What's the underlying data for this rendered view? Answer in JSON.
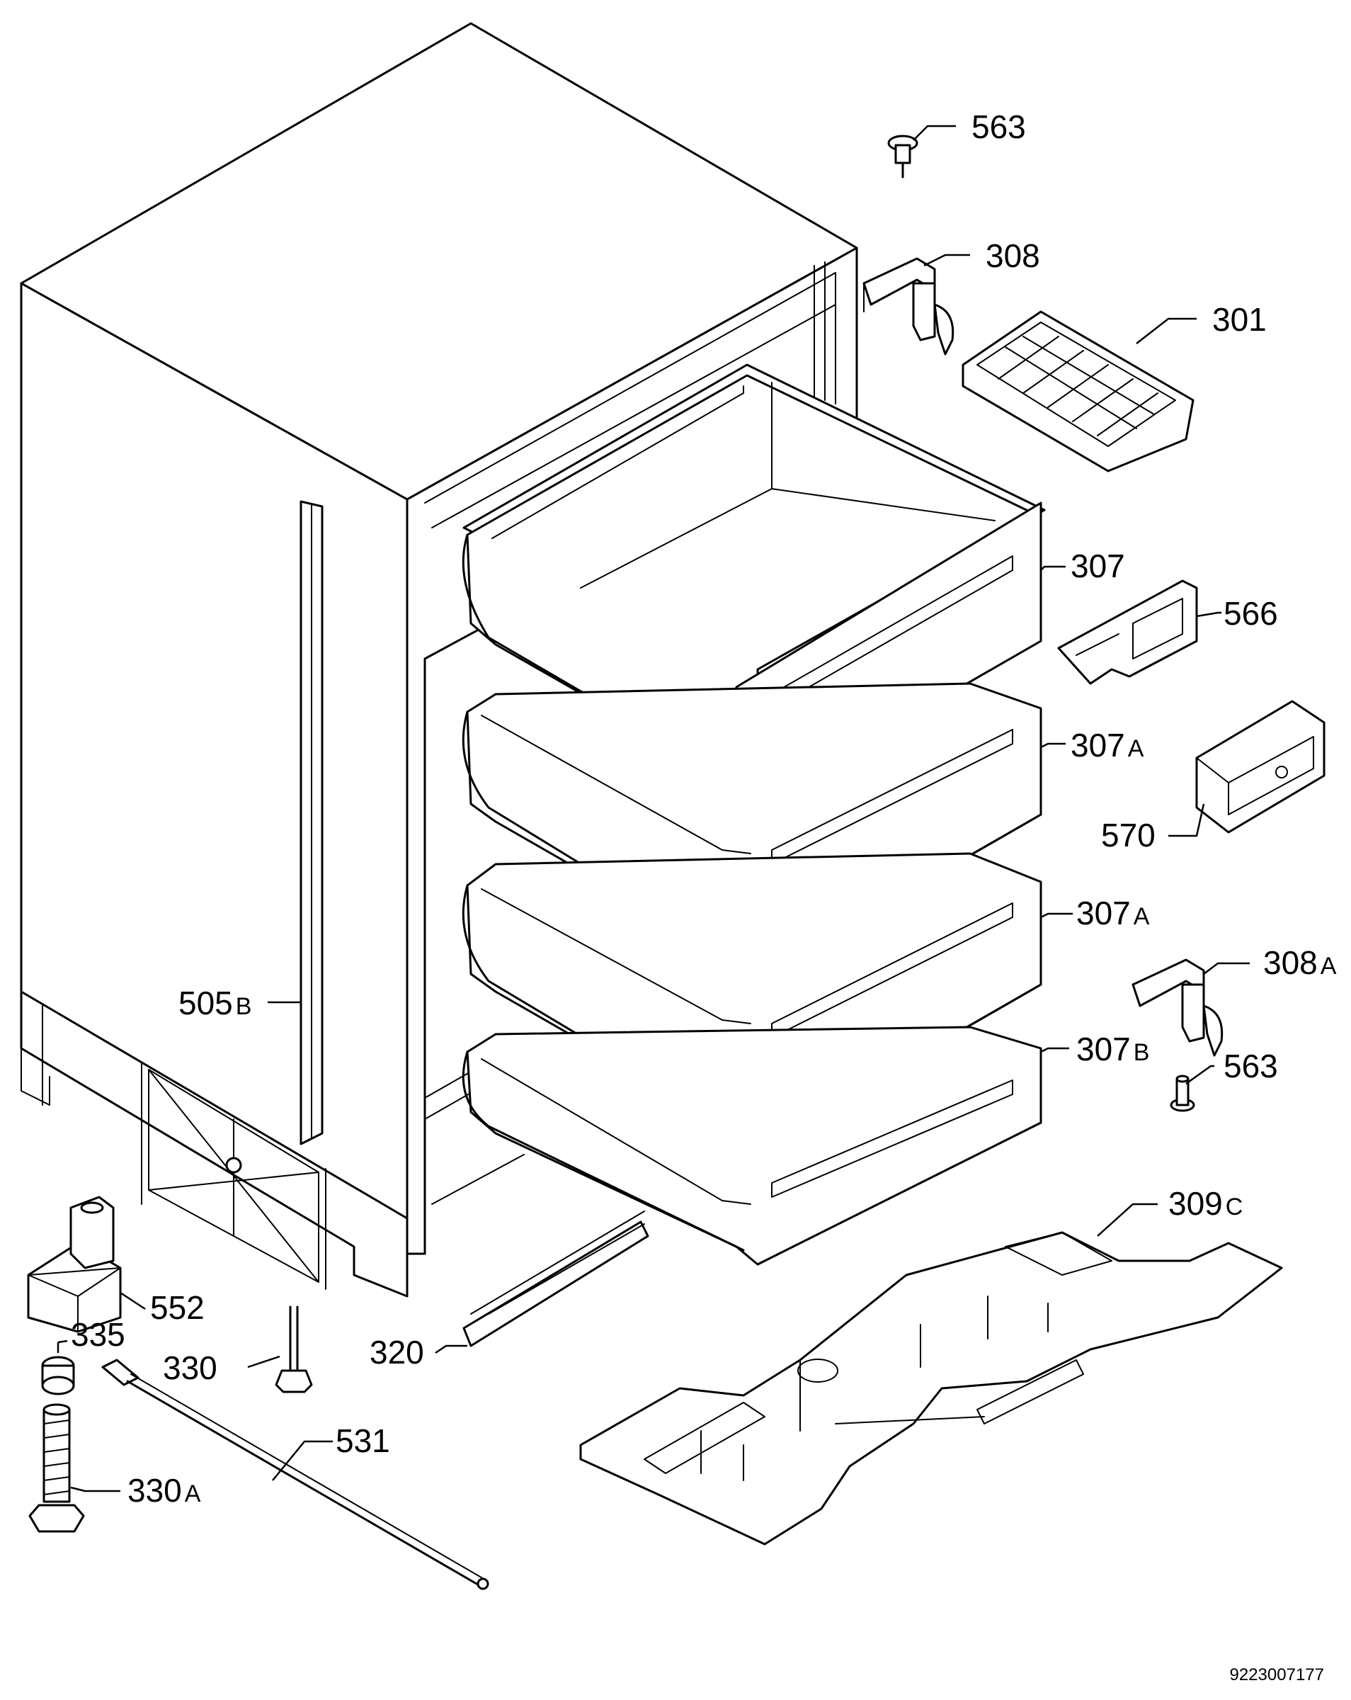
{
  "diagram": {
    "document_number": "9223007177",
    "callouts": [
      {
        "id": "563-top",
        "number": "563",
        "suffix": ""
      },
      {
        "id": "308",
        "number": "308",
        "suffix": ""
      },
      {
        "id": "301",
        "number": "301",
        "suffix": ""
      },
      {
        "id": "307",
        "number": "307",
        "suffix": ""
      },
      {
        "id": "566",
        "number": "566",
        "suffix": ""
      },
      {
        "id": "307a-1",
        "number": "307",
        "suffix": "A"
      },
      {
        "id": "570",
        "number": "570",
        "suffix": ""
      },
      {
        "id": "307a-2",
        "number": "307",
        "suffix": "A"
      },
      {
        "id": "308a",
        "number": "308",
        "suffix": "A"
      },
      {
        "id": "505b",
        "number": "505",
        "suffix": "B"
      },
      {
        "id": "307b",
        "number": "307",
        "suffix": "B"
      },
      {
        "id": "563-bottom",
        "number": "563",
        "suffix": ""
      },
      {
        "id": "309c",
        "number": "309",
        "suffix": "C"
      },
      {
        "id": "552",
        "number": "552",
        "suffix": ""
      },
      {
        "id": "335",
        "number": "335",
        "suffix": ""
      },
      {
        "id": "330",
        "number": "330",
        "suffix": ""
      },
      {
        "id": "320",
        "number": "320",
        "suffix": ""
      },
      {
        "id": "531",
        "number": "531",
        "suffix": ""
      },
      {
        "id": "330a",
        "number": "330",
        "suffix": "A"
      }
    ]
  }
}
